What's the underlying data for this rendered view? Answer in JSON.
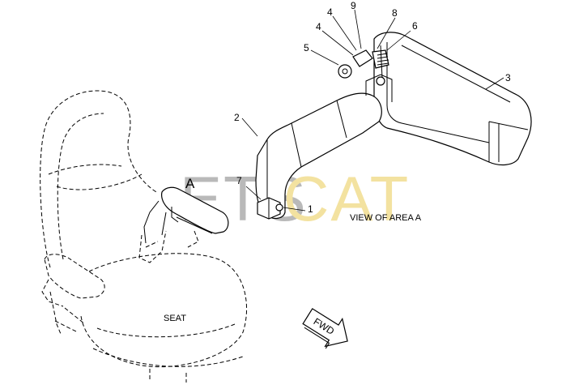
{
  "watermark": {
    "left": "ETS",
    "right": "CAT",
    "left_color": "#b9b9b9",
    "right_color": "#f3e2a0"
  },
  "labels": {
    "area_marker": "A",
    "view_caption": "VIEW OF AREA A",
    "seat": "SEAT",
    "fwd": "FWD"
  },
  "callouts": [
    {
      "id": "callout-1",
      "text": "1"
    },
    {
      "id": "callout-2",
      "text": "2"
    },
    {
      "id": "callout-3",
      "text": "3"
    },
    {
      "id": "callout-4a",
      "text": "4"
    },
    {
      "id": "callout-4b",
      "text": "4"
    },
    {
      "id": "callout-5",
      "text": "5"
    },
    {
      "id": "callout-6",
      "text": "6"
    },
    {
      "id": "callout-7",
      "text": "7"
    },
    {
      "id": "callout-8",
      "text": "8"
    },
    {
      "id": "callout-9",
      "text": "9"
    }
  ]
}
